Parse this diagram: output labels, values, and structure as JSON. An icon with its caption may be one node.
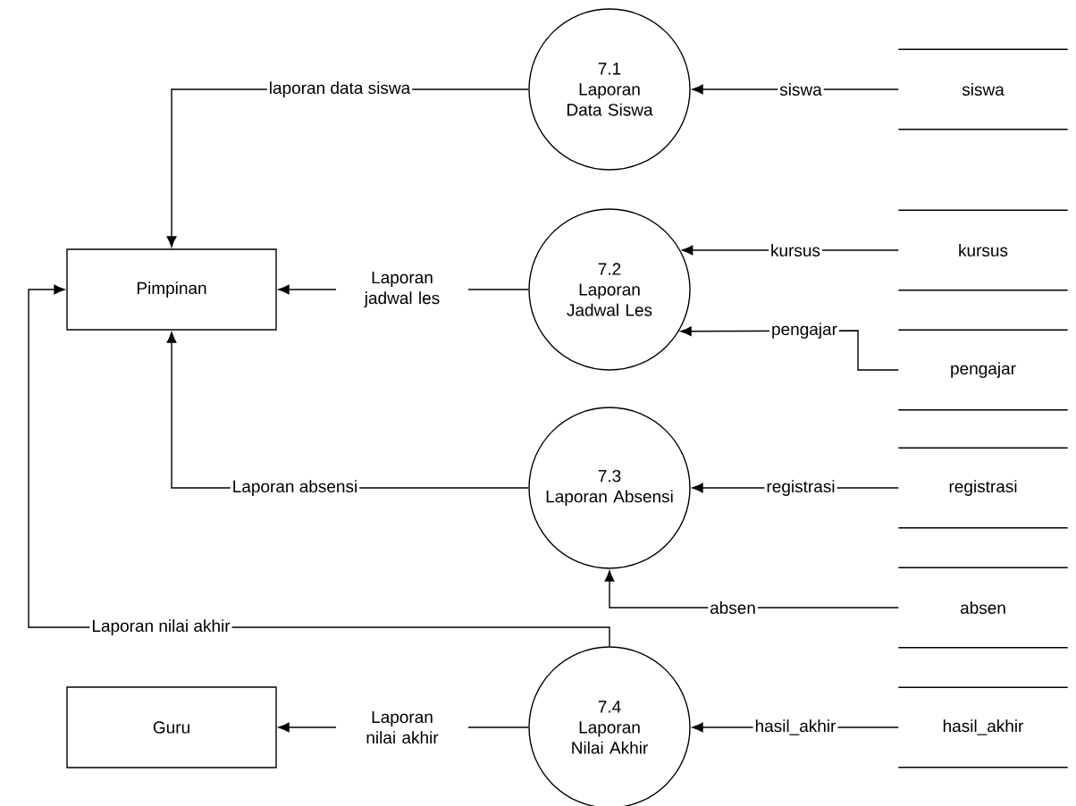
{
  "diagram": {
    "nodes": [
      {
        "text": [
          "7.1",
          "Laporan Data Siswa"
        ]
      },
      {
        "text": [
          "siswa"
        ]
      },
      {
        "text": [
          "Pimpinan"
        ]
      },
      {
        "text": [
          "7.2",
          "Laporan Jadwal Les"
        ]
      },
      {
        "text": [
          "kursus"
        ]
      },
      {
        "text": [
          "pengajar"
        ]
      },
      {
        "text": [
          "7.3",
          "Laporan Absensi"
        ]
      },
      {
        "text": [
          "registrasi"
        ]
      },
      {
        "text": [
          "absen"
        ]
      },
      {
        "text": [
          "Guru"
        ]
      },
      {
        "text": [
          "7.4",
          "Laporan Nilai Akhir"
        ]
      },
      {
        "text": [
          "hasil_akhir"
        ]
      }
    ],
    "edges": [
      {
        "from": 1,
        "to": 0,
        "arrow": "to",
        "label": "siswa"
      },
      {
        "from": 0,
        "to": 2,
        "arrow": "to",
        "label": "laporan data siswa"
      },
      {
        "from": 4,
        "to": 3,
        "arrow": "to",
        "label": "kursus"
      },
      {
        "from": 5,
        "to": 3,
        "arrow": "to",
        "label": "pengajar"
      },
      {
        "from": 3,
        "to": 2,
        "arrow": "to",
        "label": "Laporan jadwal les"
      },
      {
        "from": 7,
        "to": 6,
        "arrow": "to",
        "label": "registrasi"
      },
      {
        "from": 8,
        "to": 6,
        "arrow": "to",
        "label": "absen"
      },
      {
        "from": 6,
        "to": 2,
        "arrow": "to",
        "label": "Laporan absensi"
      },
      {
        "from": 10,
        "to": 2,
        "arrow": "to",
        "label": "Laporan nilai akhir"
      },
      {
        "from": 10,
        "to": 9,
        "arrow": "to",
        "label": "Laporan nilai akhir"
      },
      {
        "from": 11,
        "to": 10,
        "arrow": "to",
        "label": "hasil_akhir"
      }
    ]
  }
}
